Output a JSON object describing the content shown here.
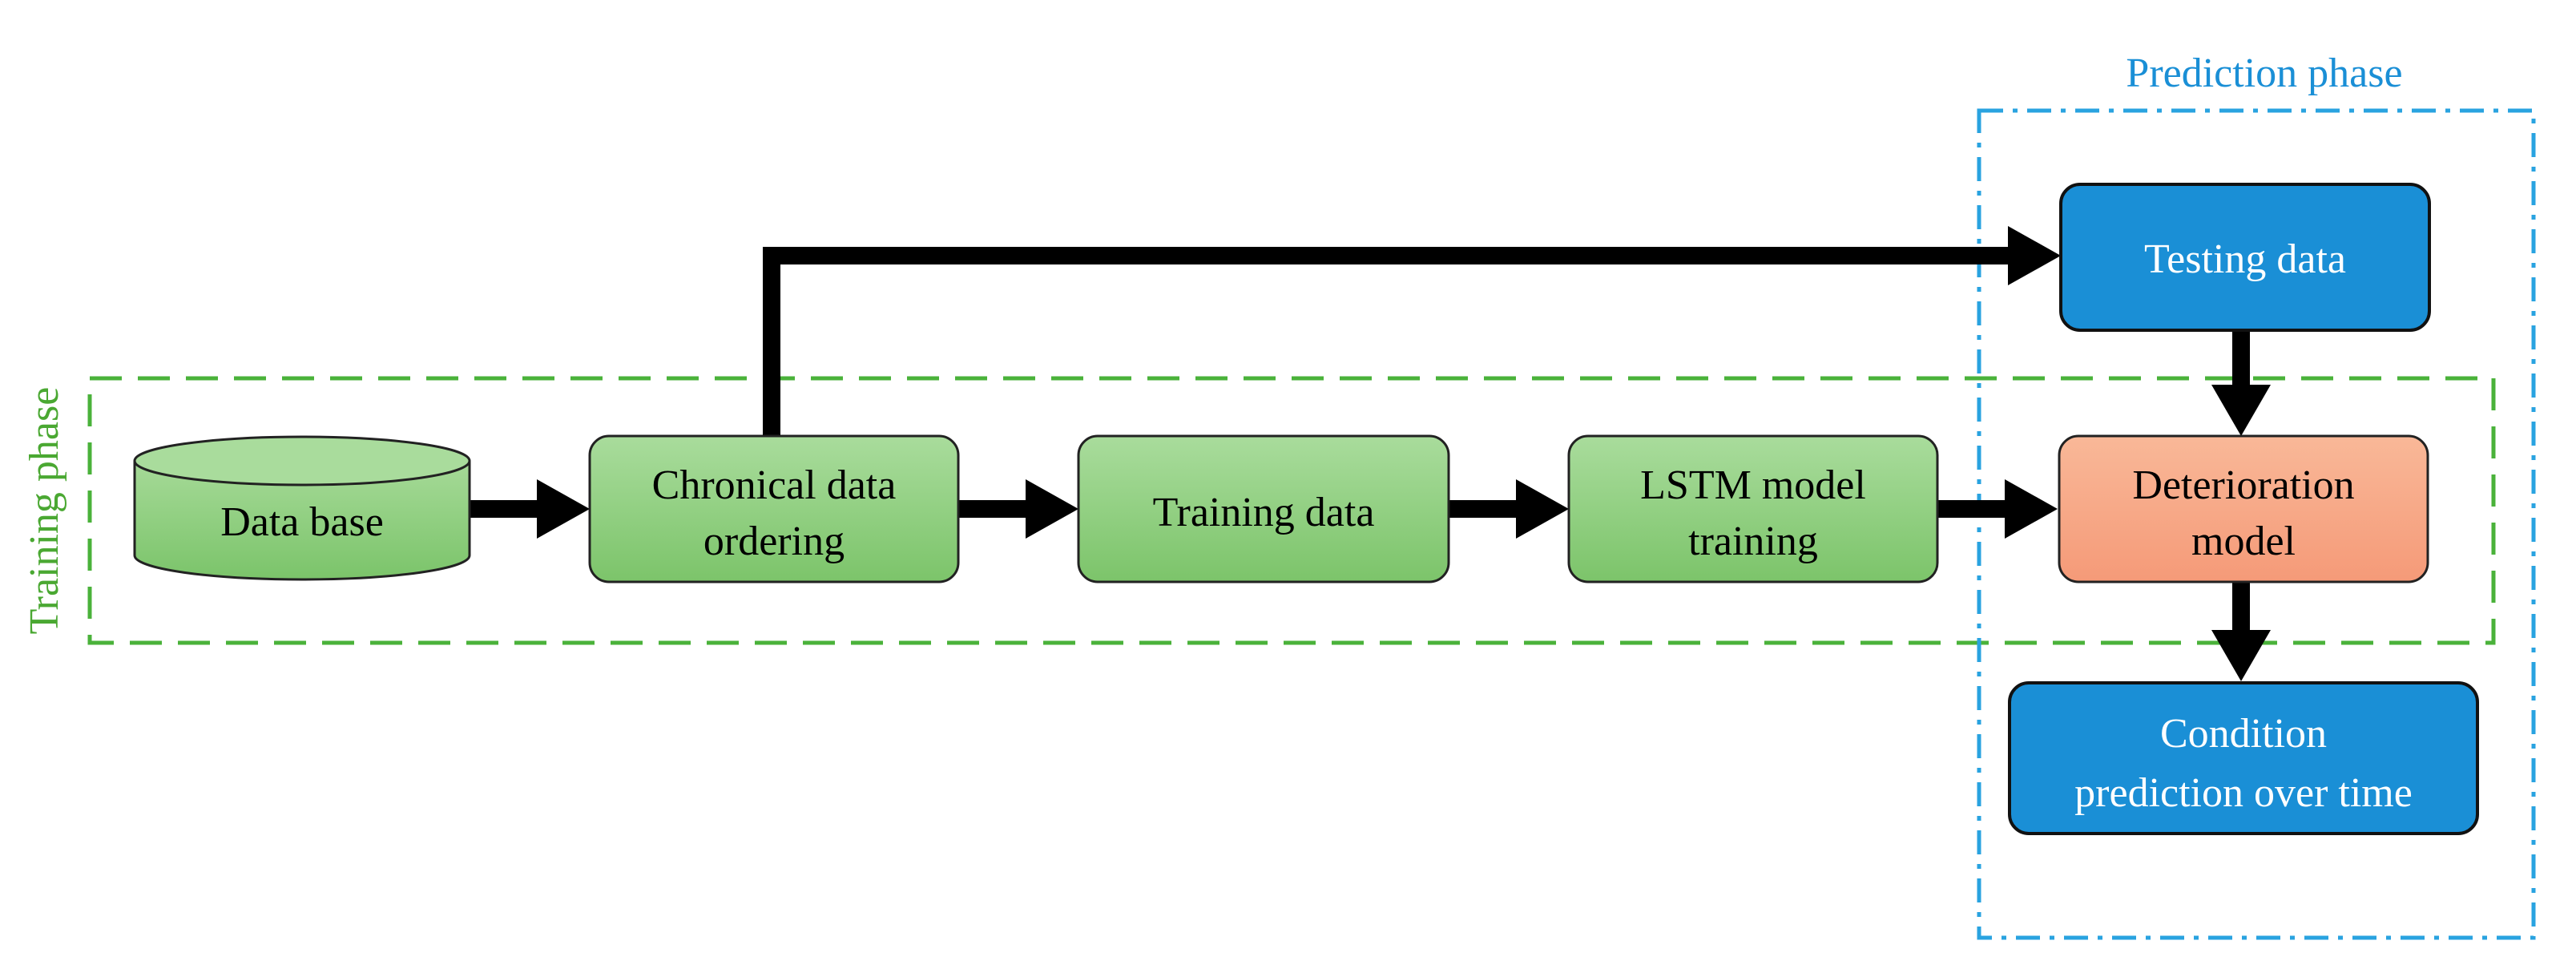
{
  "colors": {
    "green_fill": "#8fcf7f",
    "green_dash": "#4ab23a",
    "blue_fill": "#1a8fd6",
    "blue_dash": "#29a3e0",
    "salmon_fill": "#f7a887",
    "arrow": "#000000"
  },
  "phases": {
    "training": "Training phase",
    "prediction": "Prediction phase"
  },
  "nodes": {
    "database": "Data base",
    "chronical": [
      "Chronical data",
      "ordering"
    ],
    "training_data": "Training data",
    "lstm": [
      "LSTM model",
      "training"
    ],
    "deterioration": [
      "Deterioration",
      "model"
    ],
    "testing_data": "Testing data",
    "condition": [
      "Condition",
      "prediction over time"
    ]
  }
}
